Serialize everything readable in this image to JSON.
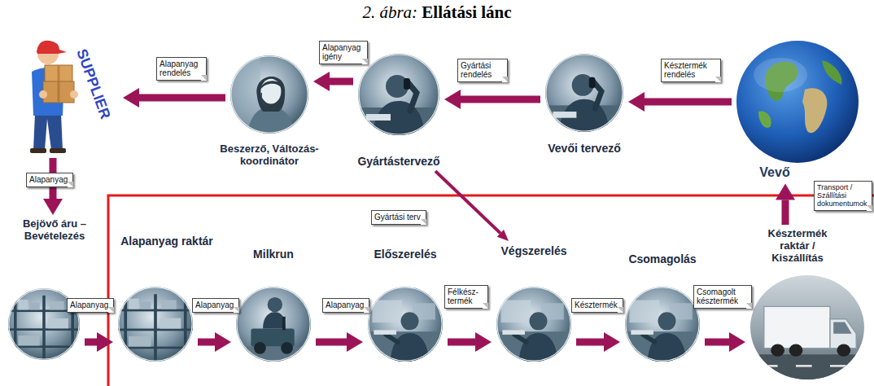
{
  "diagram": {
    "title": "2. ábra: Ellátási lánc",
    "nodes": [
      {
        "text": [
          "SUPPLIER"
        ]
      },
      {
        "text": [
          "Beszerző, Változás- koordinátor"
        ]
      },
      {
        "text": [
          "Gyártástervező"
        ]
      },
      {
        "text": [
          "Vevői tervező"
        ]
      },
      {
        "text": [
          "Vevő"
        ]
      },
      {
        "text": [
          "Bejövő áru –Bevételezés"
        ]
      },
      {
        "text": [
          "Alapanyag raktár"
        ]
      },
      {
        "text": [
          "Milkrun"
        ]
      },
      {
        "text": [
          "Előszerelés"
        ]
      },
      {
        "text": [
          "Végszerelés"
        ]
      },
      {
        "text": [
          "Csomagolás"
        ]
      },
      {
        "text": [
          "Késztermék raktár / Kiszállítás"
        ]
      }
    ],
    "edges": [
      {
        "from": 4,
        "to": 3,
        "arrow": "to",
        "label": "Késztermék rendelés"
      },
      {
        "from": 3,
        "to": 2,
        "arrow": "to",
        "label": "Gyártási rendelés"
      },
      {
        "from": 2,
        "to": 1,
        "arrow": "to",
        "label": "Alapanyag igény"
      },
      {
        "from": 1,
        "to": 0,
        "arrow": "to",
        "label": "Alapanyag rendelés"
      },
      {
        "from": 0,
        "to": 5,
        "arrow": "to",
        "label": "Alapanyag"
      },
      {
        "from": 2,
        "to": 9,
        "arrow": "to",
        "label": "Gyártási terv"
      },
      {
        "from": 5,
        "to": 6,
        "arrow": "to",
        "label": "Alapanyag"
      },
      {
        "from": 6,
        "to": 7,
        "arrow": "to",
        "label": "Alapanyag"
      },
      {
        "from": 7,
        "to": 8,
        "arrow": "to",
        "label": "Alapanyag"
      },
      {
        "from": 8,
        "to": 9,
        "arrow": "to",
        "label": "Félkész- termék"
      },
      {
        "from": 9,
        "to": 10,
        "arrow": "to",
        "label": "Késztermék"
      },
      {
        "from": 10,
        "to": 11,
        "arrow": "to",
        "label": "Csomagolt késztermék"
      },
      {
        "from": 11,
        "to": 4,
        "arrow": "to"
      }
    ],
    "labels": [
      "Transport / Szállítási dokumentumok"
    ]
  }
}
